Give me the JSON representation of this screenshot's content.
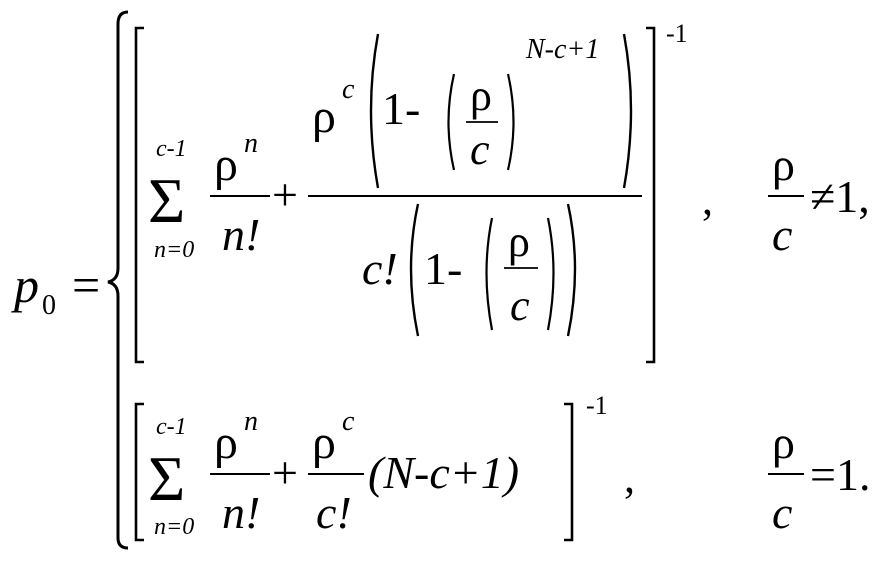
{
  "formula": {
    "lhs": {
      "symbol": "p",
      "subscript": "0",
      "equals": "="
    },
    "case1": {
      "sum_upper": "c-1",
      "sum_lower": "n=0",
      "term1_num_base": "ρ",
      "term1_num_exp": "n",
      "term1_den": "n!",
      "plus": "+",
      "frac_num_rho": "ρ",
      "frac_num_exp": "c",
      "frac_num_one_minus": "1-",
      "inner_rho": "ρ",
      "inner_c": "c",
      "outer_exp": "N-c+1",
      "frac_den_cfact": "c!",
      "frac_den_one_minus": "1-",
      "den_rho": "ρ",
      "den_c": "c",
      "bracket_exp": "-1",
      "comma": ",",
      "cond_rho": "ρ",
      "cond_c": "c",
      "cond_rel": "≠1,"
    },
    "case2": {
      "sum_upper": "c-1",
      "sum_lower": "n=0",
      "term1_num_base": "ρ",
      "term1_num_exp": "n",
      "term1_den": "n!",
      "plus": "+",
      "term2_num_base": "ρ",
      "term2_num_exp": "c",
      "term2_den": "c!",
      "paren_expr": "(N-c+1)",
      "bracket_exp": "-1",
      "comma": ",",
      "cond_rho": "ρ",
      "cond_c": "c",
      "cond_rel": "=1."
    }
  }
}
